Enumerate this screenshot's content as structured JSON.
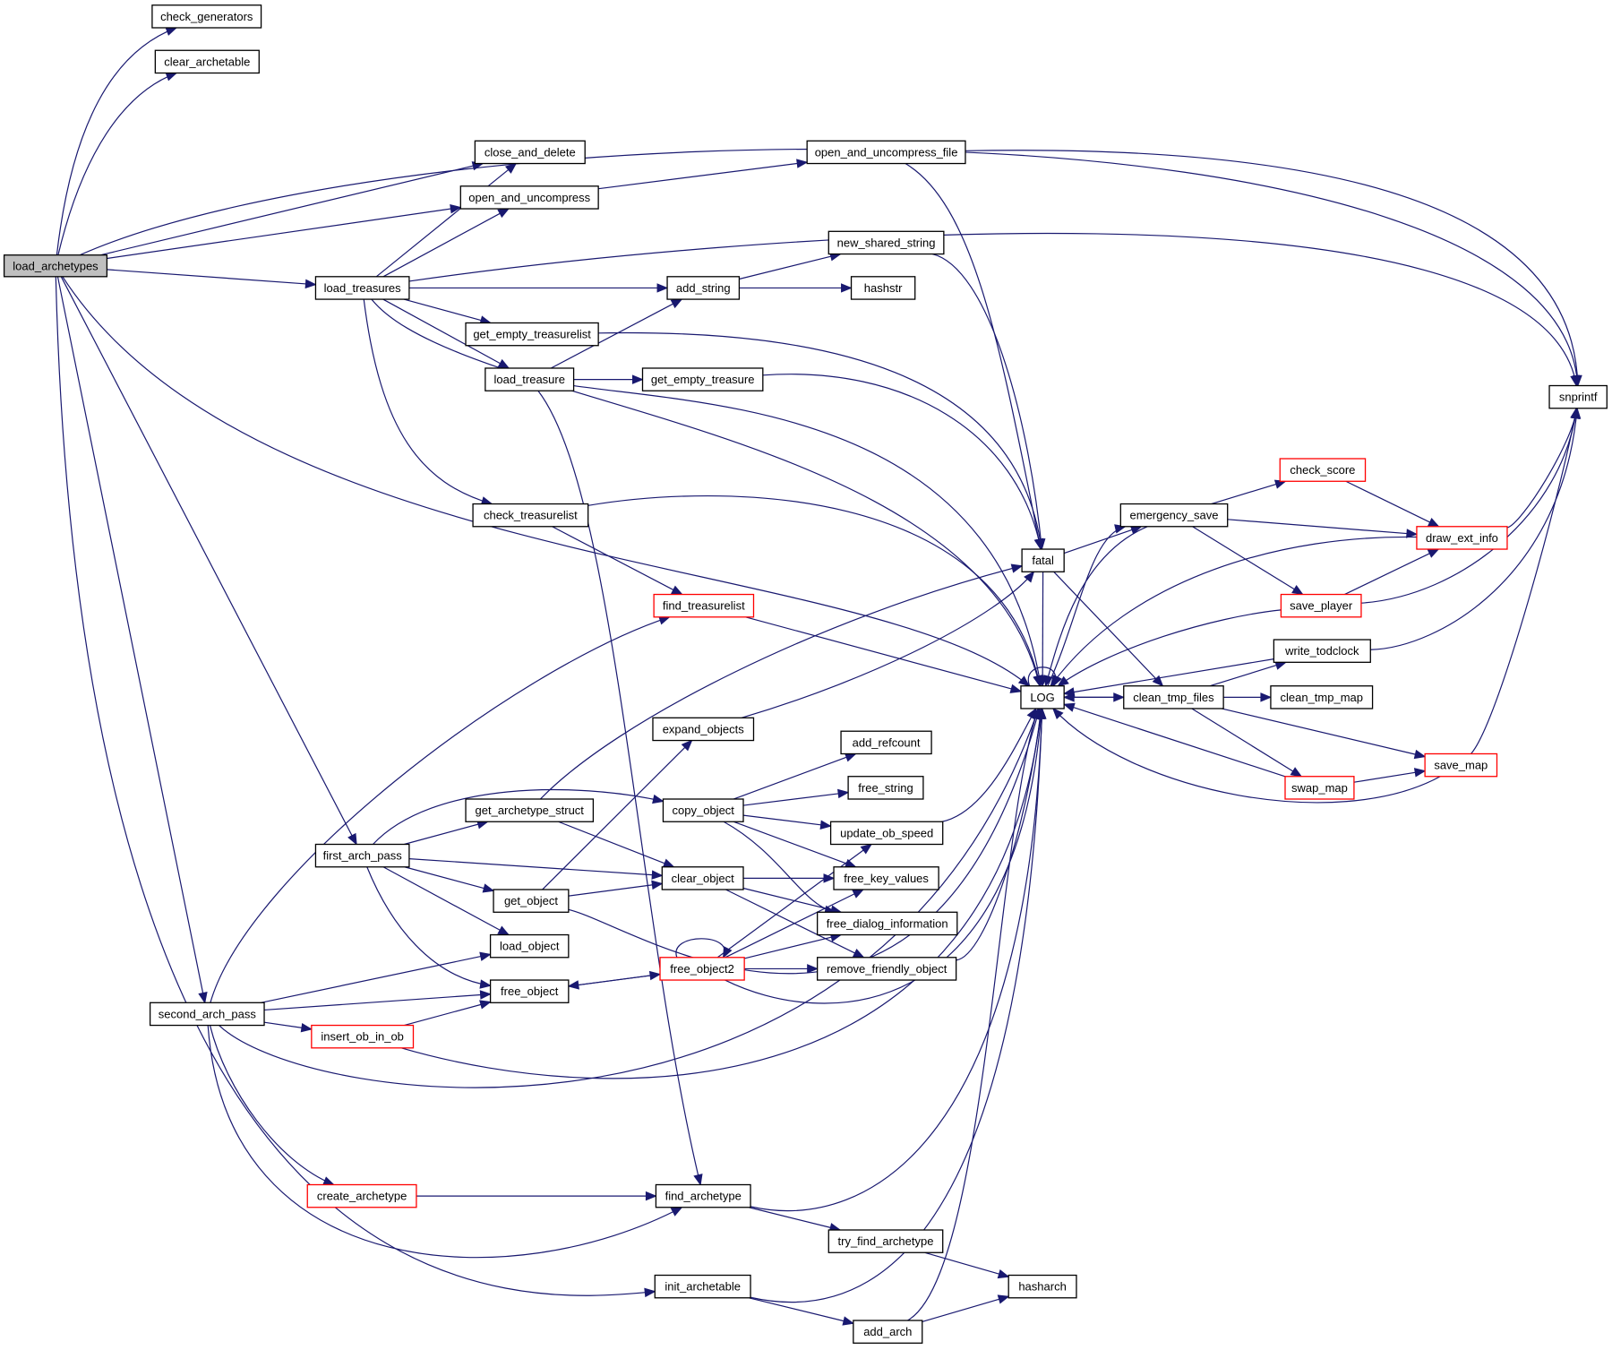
{
  "title": "load_archetypes call graph",
  "colors": {
    "edge": "#191970",
    "node_border": "#000000",
    "truncated_border": "#ff0000",
    "root_fill": "#bfbfbf",
    "node_fill": "#ffffff"
  },
  "nodes": [
    {
      "id": "load_archetypes",
      "label": "load_archetypes",
      "root": true,
      "truncated": false
    },
    {
      "id": "check_generators",
      "label": "check_generators",
      "truncated": false
    },
    {
      "id": "clear_archetable",
      "label": "clear_archetable",
      "truncated": false
    },
    {
      "id": "close_and_delete",
      "label": "close_and_delete",
      "truncated": false
    },
    {
      "id": "open_and_uncompress",
      "label": "open_and_uncompress",
      "truncated": false
    },
    {
      "id": "open_and_uncompress_file",
      "label": "open_and_uncompress_file",
      "truncated": false
    },
    {
      "id": "load_treasures",
      "label": "load_treasures",
      "truncated": false
    },
    {
      "id": "new_shared_string",
      "label": "new_shared_string",
      "truncated": false
    },
    {
      "id": "add_string",
      "label": "add_string",
      "truncated": false
    },
    {
      "id": "hashstr",
      "label": "hashstr",
      "truncated": false
    },
    {
      "id": "get_empty_treasurelist",
      "label": "get_empty_treasurelist",
      "truncated": false
    },
    {
      "id": "load_treasure",
      "label": "load_treasure",
      "truncated": false
    },
    {
      "id": "get_empty_treasure",
      "label": "get_empty_treasure",
      "truncated": false
    },
    {
      "id": "snprintf",
      "label": "snprintf",
      "truncated": false
    },
    {
      "id": "check_score",
      "label": "check_score",
      "truncated": true
    },
    {
      "id": "emergency_save",
      "label": "emergency_save",
      "truncated": false
    },
    {
      "id": "draw_ext_info",
      "label": "draw_ext_info",
      "truncated": true
    },
    {
      "id": "check_treasurelist",
      "label": "check_treasurelist",
      "truncated": false
    },
    {
      "id": "fatal",
      "label": "fatal",
      "truncated": false
    },
    {
      "id": "find_treasurelist",
      "label": "find_treasurelist",
      "truncated": true
    },
    {
      "id": "save_player",
      "label": "save_player",
      "truncated": true
    },
    {
      "id": "write_todclock",
      "label": "write_todclock",
      "truncated": false
    },
    {
      "id": "LOG",
      "label": "LOG",
      "truncated": false
    },
    {
      "id": "clean_tmp_files",
      "label": "clean_tmp_files",
      "truncated": false
    },
    {
      "id": "clean_tmp_map",
      "label": "clean_tmp_map",
      "truncated": false
    },
    {
      "id": "expand_objects",
      "label": "expand_objects",
      "truncated": false
    },
    {
      "id": "add_refcount",
      "label": "add_refcount",
      "truncated": false
    },
    {
      "id": "save_map",
      "label": "save_map",
      "truncated": true
    },
    {
      "id": "free_string",
      "label": "free_string",
      "truncated": false
    },
    {
      "id": "swap_map",
      "label": "swap_map",
      "truncated": true
    },
    {
      "id": "get_archetype_struct",
      "label": "get_archetype_struct",
      "truncated": false
    },
    {
      "id": "copy_object",
      "label": "copy_object",
      "truncated": false
    },
    {
      "id": "update_ob_speed",
      "label": "update_ob_speed",
      "truncated": false
    },
    {
      "id": "first_arch_pass",
      "label": "first_arch_pass",
      "truncated": false
    },
    {
      "id": "clear_object",
      "label": "clear_object",
      "truncated": false
    },
    {
      "id": "free_key_values",
      "label": "free_key_values",
      "truncated": false
    },
    {
      "id": "get_object",
      "label": "get_object",
      "truncated": false
    },
    {
      "id": "free_dialog_information",
      "label": "free_dialog_information",
      "truncated": false
    },
    {
      "id": "load_object",
      "label": "load_object",
      "truncated": false
    },
    {
      "id": "free_object2",
      "label": "free_object2",
      "truncated": true
    },
    {
      "id": "remove_friendly_object",
      "label": "remove_friendly_object",
      "truncated": false
    },
    {
      "id": "free_object",
      "label": "free_object",
      "truncated": false
    },
    {
      "id": "second_arch_pass",
      "label": "second_arch_pass",
      "truncated": false
    },
    {
      "id": "insert_ob_in_ob",
      "label": "insert_ob_in_ob",
      "truncated": true
    },
    {
      "id": "create_archetype",
      "label": "create_archetype",
      "truncated": true
    },
    {
      "id": "find_archetype",
      "label": "find_archetype",
      "truncated": false
    },
    {
      "id": "try_find_archetype",
      "label": "try_find_archetype",
      "truncated": false
    },
    {
      "id": "init_archetable",
      "label": "init_archetable",
      "truncated": false
    },
    {
      "id": "hasharch",
      "label": "hasharch",
      "truncated": false
    },
    {
      "id": "add_arch",
      "label": "add_arch",
      "truncated": false
    }
  ],
  "edges": [
    [
      "load_archetypes",
      "check_generators"
    ],
    [
      "load_archetypes",
      "clear_archetable"
    ],
    [
      "load_archetypes",
      "snprintf"
    ],
    [
      "load_archetypes",
      "close_and_delete"
    ],
    [
      "load_archetypes",
      "open_and_uncompress"
    ],
    [
      "load_archetypes",
      "load_treasures"
    ],
    [
      "load_archetypes",
      "LOG"
    ],
    [
      "load_archetypes",
      "first_arch_pass"
    ],
    [
      "load_archetypes",
      "second_arch_pass"
    ],
    [
      "load_archetypes",
      "init_archetable"
    ],
    [
      "open_and_uncompress",
      "open_and_uncompress_file"
    ],
    [
      "open_and_uncompress_file",
      "snprintf"
    ],
    [
      "open_and_uncompress_file",
      "fatal"
    ],
    [
      "load_treasures",
      "close_and_delete"
    ],
    [
      "load_treasures",
      "open_and_uncompress"
    ],
    [
      "load_treasures",
      "snprintf"
    ],
    [
      "load_treasures",
      "add_string"
    ],
    [
      "load_treasures",
      "get_empty_treasurelist"
    ],
    [
      "load_treasures",
      "load_treasure"
    ],
    [
      "load_treasures",
      "LOG"
    ],
    [
      "load_treasures",
      "check_treasurelist"
    ],
    [
      "add_string",
      "new_shared_string"
    ],
    [
      "add_string",
      "hashstr"
    ],
    [
      "new_shared_string",
      "fatal"
    ],
    [
      "get_empty_treasurelist",
      "fatal"
    ],
    [
      "load_treasure",
      "add_string"
    ],
    [
      "load_treasure",
      "get_empty_treasure"
    ],
    [
      "load_treasure",
      "LOG"
    ],
    [
      "load_treasure",
      "find_archetype"
    ],
    [
      "get_empty_treasure",
      "fatal"
    ],
    [
      "check_treasurelist",
      "LOG"
    ],
    [
      "check_treasurelist",
      "find_treasurelist"
    ],
    [
      "find_treasurelist",
      "LOG"
    ],
    [
      "fatal",
      "emergency_save"
    ],
    [
      "fatal",
      "clean_tmp_files"
    ],
    [
      "fatal",
      "LOG"
    ],
    [
      "emergency_save",
      "check_score"
    ],
    [
      "emergency_save",
      "draw_ext_info"
    ],
    [
      "emergency_save",
      "save_player"
    ],
    [
      "emergency_save",
      "LOG"
    ],
    [
      "check_score",
      "draw_ext_info"
    ],
    [
      "save_player",
      "draw_ext_info"
    ],
    [
      "save_player",
      "snprintf"
    ],
    [
      "save_player",
      "LOG"
    ],
    [
      "draw_ext_info",
      "LOG"
    ],
    [
      "draw_ext_info",
      "snprintf"
    ],
    [
      "LOG",
      "LOG"
    ],
    [
      "LOG",
      "emergency_save"
    ],
    [
      "LOG",
      "clean_tmp_files"
    ],
    [
      "clean_tmp_files",
      "LOG"
    ],
    [
      "clean_tmp_files",
      "write_todclock"
    ],
    [
      "clean_tmp_files",
      "clean_tmp_map"
    ],
    [
      "clean_tmp_files",
      "swap_map"
    ],
    [
      "clean_tmp_files",
      "save_map"
    ],
    [
      "write_todclock",
      "LOG"
    ],
    [
      "write_todclock",
      "snprintf"
    ],
    [
      "swap_map",
      "LOG"
    ],
    [
      "swap_map",
      "save_map"
    ],
    [
      "save_map",
      "LOG"
    ],
    [
      "save_map",
      "snprintf"
    ],
    [
      "expand_objects",
      "fatal"
    ],
    [
      "first_arch_pass",
      "get_archetype_struct"
    ],
    [
      "first_arch_pass",
      "copy_object"
    ],
    [
      "first_arch_pass",
      "clear_object"
    ],
    [
      "first_arch_pass",
      "get_object"
    ],
    [
      "first_arch_pass",
      "load_object"
    ],
    [
      "first_arch_pass",
      "free_object"
    ],
    [
      "get_archetype_struct",
      "fatal"
    ],
    [
      "get_archetype_struct",
      "clear_object"
    ],
    [
      "copy_object",
      "add_refcount"
    ],
    [
      "copy_object",
      "free_string"
    ],
    [
      "copy_object",
      "update_ob_speed"
    ],
    [
      "copy_object",
      "free_key_values"
    ],
    [
      "copy_object",
      "free_dialog_information"
    ],
    [
      "update_ob_speed",
      "LOG"
    ],
    [
      "clear_object",
      "free_key_values"
    ],
    [
      "clear_object",
      "free_dialog_information"
    ],
    [
      "clear_object",
      "remove_friendly_object"
    ],
    [
      "get_object",
      "expand_objects"
    ],
    [
      "get_object",
      "clear_object"
    ],
    [
      "get_object",
      "LOG"
    ],
    [
      "free_object",
      "free_object2"
    ],
    [
      "free_object2",
      "free_object2"
    ],
    [
      "free_object2",
      "free_object"
    ],
    [
      "free_object2",
      "update_ob_speed"
    ],
    [
      "free_object2",
      "free_key_values"
    ],
    [
      "free_object2",
      "free_dialog_information"
    ],
    [
      "free_object2",
      "remove_friendly_object"
    ],
    [
      "free_object2",
      "LOG"
    ],
    [
      "remove_friendly_object",
      "LOG"
    ],
    [
      "second_arch_pass",
      "find_treasurelist"
    ],
    [
      "second_arch_pass",
      "load_object"
    ],
    [
      "second_arch_pass",
      "free_object"
    ],
    [
      "second_arch_pass",
      "insert_ob_in_ob"
    ],
    [
      "second_arch_pass",
      "LOG"
    ],
    [
      "second_arch_pass",
      "create_archetype"
    ],
    [
      "second_arch_pass",
      "find_archetype"
    ],
    [
      "insert_ob_in_ob",
      "free_object"
    ],
    [
      "insert_ob_in_ob",
      "LOG"
    ],
    [
      "create_archetype",
      "find_archetype"
    ],
    [
      "find_archetype",
      "LOG"
    ],
    [
      "find_archetype",
      "try_find_archetype"
    ],
    [
      "try_find_archetype",
      "hasharch"
    ],
    [
      "init_archetable",
      "LOG"
    ],
    [
      "init_archetable",
      "add_arch"
    ],
    [
      "add_arch",
      "hasharch"
    ],
    [
      "add_arch",
      "LOG"
    ]
  ]
}
